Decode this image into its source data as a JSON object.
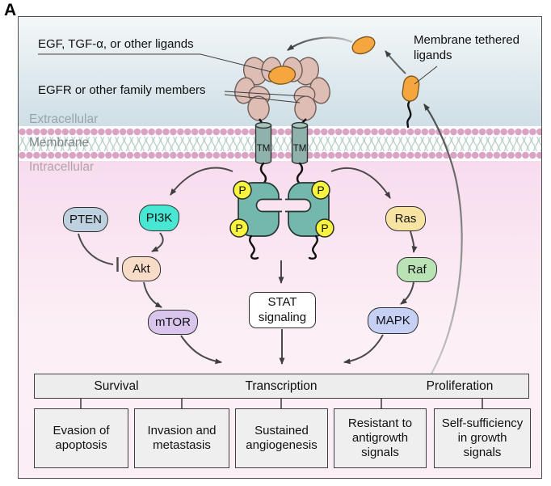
{
  "panel_label": "A",
  "annotations": {
    "ligands_label": "EGF, TGF-α, or other ligands",
    "receptor_label": "EGFR or other family members",
    "tethered_label_line1": "Membrane tethered",
    "tethered_label_line2": "ligands"
  },
  "regions": {
    "extracellular": "Extracellular",
    "membrane": "Membrane",
    "intracellular": "Intracellular"
  },
  "receptor": {
    "tm_label": "TM",
    "phospho_label": "P"
  },
  "nodes": {
    "pten": "PTEN",
    "pi3k": "PI3K",
    "akt": "Akt",
    "mtor": "mTOR",
    "ras": "Ras",
    "raf": "Raf",
    "mapk": "MAPK",
    "stat_line1": "STAT",
    "stat_line2": "signaling"
  },
  "outcomes": {
    "bar": [
      "Survival",
      "Transcription",
      "Proliferation"
    ]
  },
  "hallmarks": [
    "Evasion of apoptosis",
    "Invasion and metastasis",
    "Sustained angiogenesis",
    "Resistant to antigrowth signals",
    "Self-sufficiency in growth signals"
  ],
  "colors": {
    "ligand_orange": "#f6a63f",
    "receptor_pink": "#debdb5",
    "kinase_teal": "#73b7ad",
    "tm_teal": "#8fb2ac",
    "phospho_yellow": "#f7f440",
    "membrane_heads_pink": "#dba3c3",
    "pten_blue": "#bed1e1",
    "pi3k_cyan": "#48e7d3",
    "akt_peach": "#f9dcc7",
    "mtor_lavender": "#dac6ec",
    "ras_yellow": "#f8e4a2",
    "raf_green": "#b9e2b5",
    "mapk_periwinkle": "#c6cff4",
    "box_gray": "#efefef"
  }
}
